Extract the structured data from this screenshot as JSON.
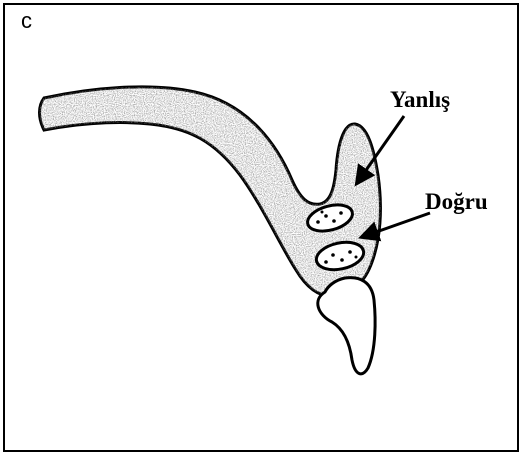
{
  "panel": {
    "letter": "c"
  },
  "labels": {
    "wrong": "Yanlış",
    "correct": "Doğru"
  },
  "colors": {
    "outline": "#000000",
    "fill_shading": "#b8b8b8",
    "background": "#ffffff"
  }
}
